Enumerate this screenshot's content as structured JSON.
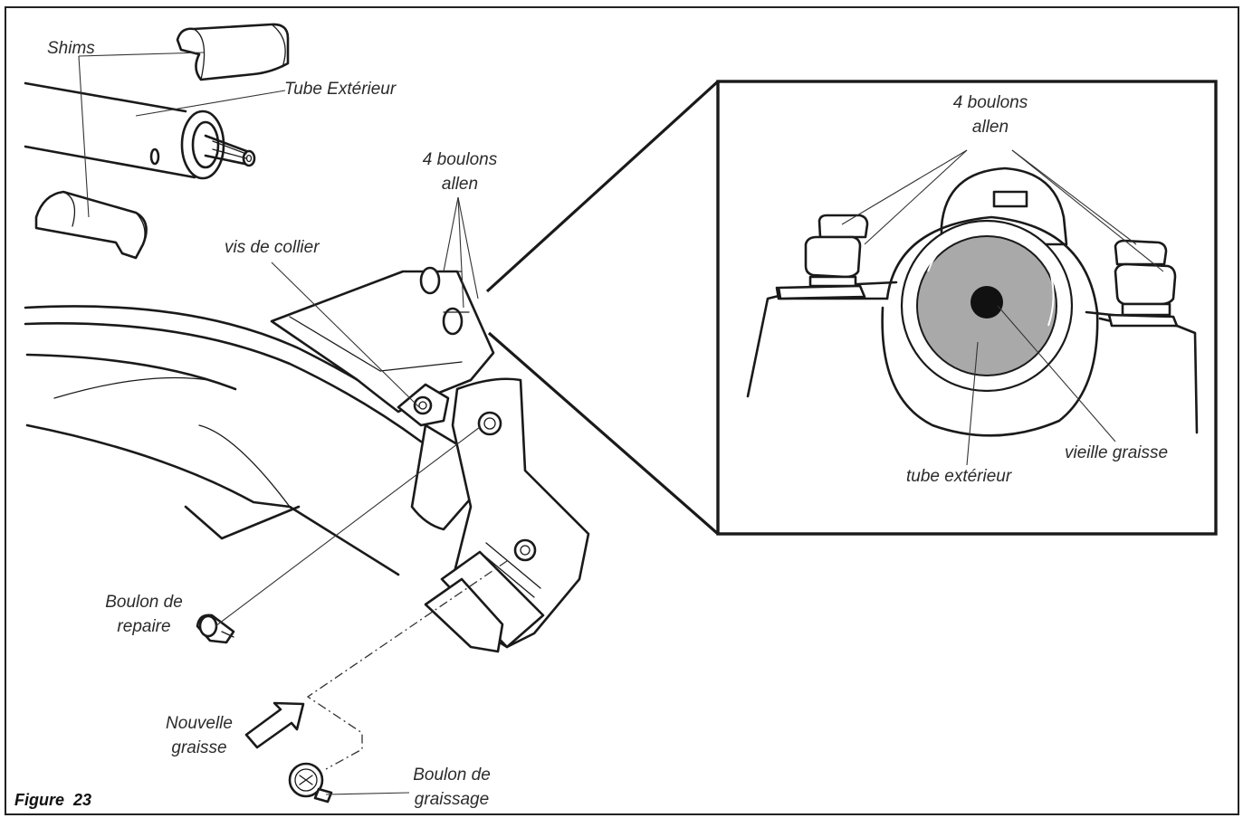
{
  "figure": {
    "label": "Figure  23"
  },
  "labels": {
    "shims": "Shims",
    "tube_exterieur": "Tube Extérieur",
    "boulons_allen_main": [
      "4 boulons",
      "allen"
    ],
    "vis_de_collier": "vis de collier",
    "boulon_de_repaire": [
      "Boulon de",
      "repaire"
    ],
    "nouvelle_graisse": [
      "Nouvelle",
      "graisse"
    ],
    "boulon_de_graissage": [
      "Boulon de",
      "graissage"
    ],
    "boulons_allen_detail": [
      "4 boulons",
      "allen"
    ],
    "vieille_graisse": "vieille graisse",
    "tube_exterieur_detail": "tube extérieur"
  },
  "colors": {
    "line": "#1a1a1a",
    "grease_fill": "#a9a9a9",
    "background": "#ffffff"
  }
}
